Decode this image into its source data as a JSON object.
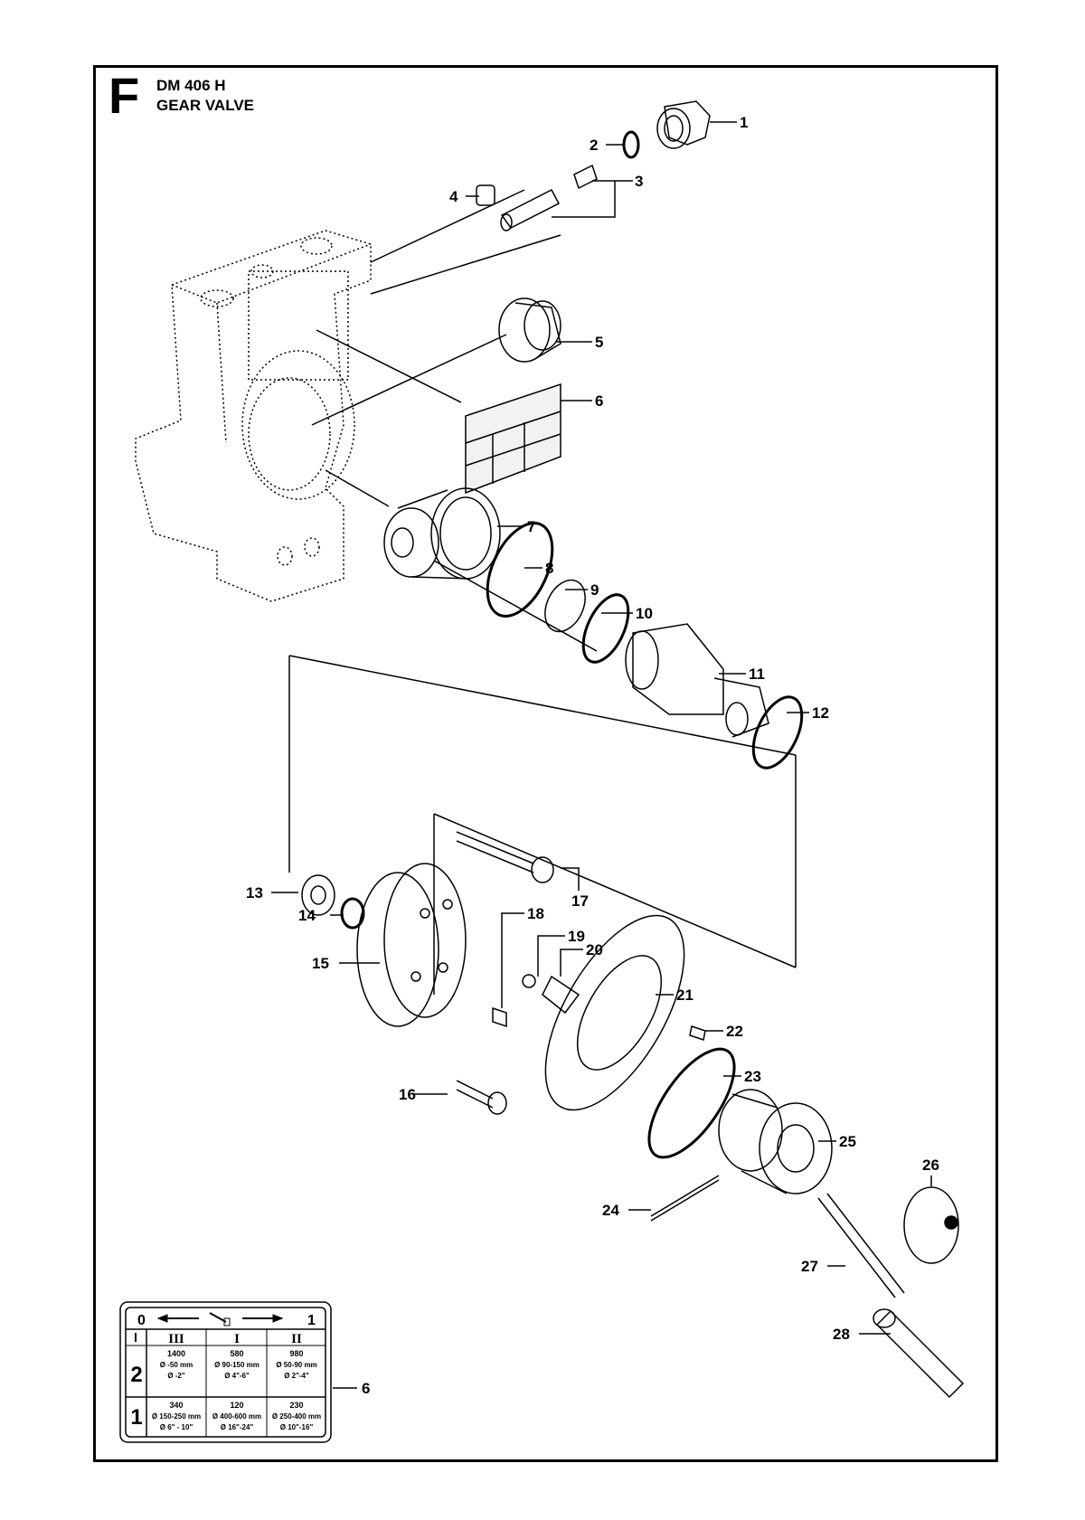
{
  "header": {
    "section_letter": "F",
    "model": "DM 406 H",
    "title": "GEAR VALVE"
  },
  "callouts": [
    {
      "n": "1"
    },
    {
      "n": "2"
    },
    {
      "n": "3"
    },
    {
      "n": "4"
    },
    {
      "n": "5"
    },
    {
      "n": "6"
    },
    {
      "n": "7"
    },
    {
      "n": "8"
    },
    {
      "n": "9"
    },
    {
      "n": "10"
    },
    {
      "n": "11"
    },
    {
      "n": "12"
    },
    {
      "n": "13"
    },
    {
      "n": "14"
    },
    {
      "n": "15"
    },
    {
      "n": "16"
    },
    {
      "n": "17"
    },
    {
      "n": "18"
    },
    {
      "n": "19"
    },
    {
      "n": "20"
    },
    {
      "n": "21"
    },
    {
      "n": "22"
    },
    {
      "n": "23"
    },
    {
      "n": "24"
    },
    {
      "n": "25"
    },
    {
      "n": "26"
    },
    {
      "n": "27"
    },
    {
      "n": "28"
    }
  ],
  "label_table": {
    "callout": "6",
    "top_left": "0",
    "top_right": "1",
    "columns": [
      "III",
      "I",
      "II"
    ],
    "rows": [
      {
        "gear": "2",
        "cells": [
          [
            "1400",
            "Ø -50 mm",
            "Ø -2\""
          ],
          [
            "580",
            "Ø 90-150 mm",
            "Ø 4\"-6\""
          ],
          [
            "980",
            "Ø 50-90 mm",
            "Ø 2\"-4\""
          ]
        ]
      },
      {
        "gear": "1",
        "cells": [
          [
            "340",
            "Ø 150-250 mm",
            "Ø 6\" - 10\""
          ],
          [
            "120",
            "Ø 400-600 mm",
            "Ø 16\"-24\""
          ],
          [
            "230",
            "Ø 250-400 mm",
            "Ø 10\"-16\""
          ]
        ]
      }
    ]
  },
  "colors": {
    "ink": "#000000",
    "background": "#ffffff",
    "label_fill": "#e8e8e8"
  }
}
